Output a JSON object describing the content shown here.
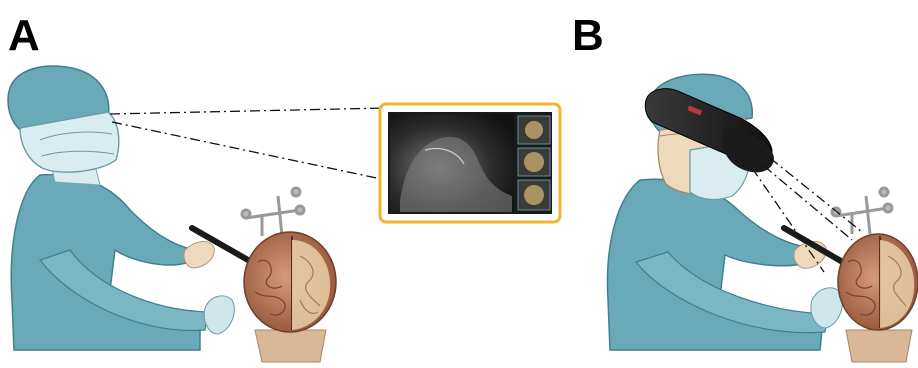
{
  "panels": [
    {
      "label": "A"
    },
    {
      "label": "B"
    }
  ],
  "colors": {
    "scrubs": "#6aaab8",
    "scrubs_dark": "#3f7f8f",
    "mask": "#d9ecef",
    "skin": "#efd9bd",
    "glove": "#cfe6ea",
    "tablet_frame": "#f2b431",
    "brain": "#b5704e",
    "headset": "#2b2b2b"
  },
  "icons": [
    "surgeon-a",
    "surgeon-b",
    "tablet-mri",
    "brain-model-a",
    "brain-model-b",
    "ar-headset",
    "stylus-pointer"
  ]
}
